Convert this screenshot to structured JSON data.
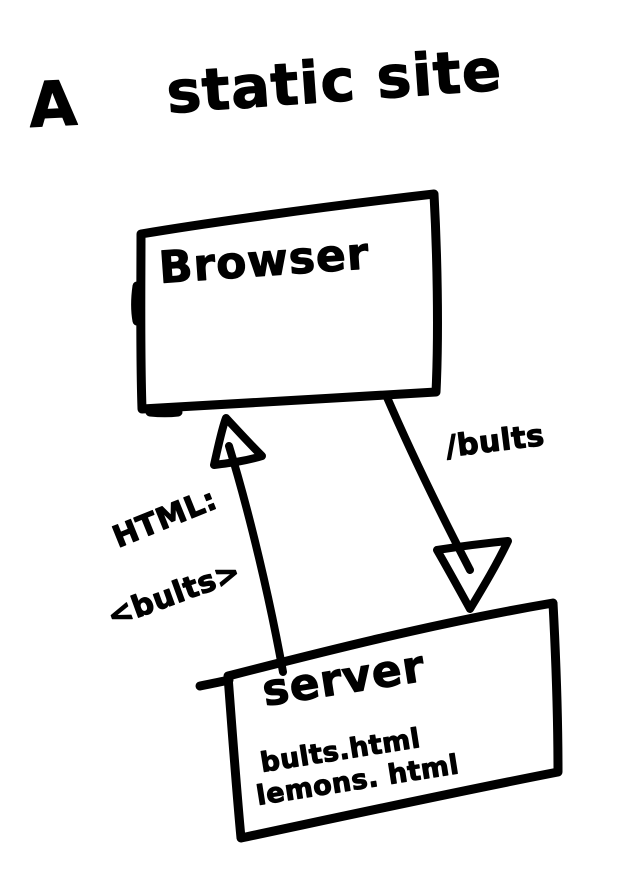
{
  "diagram": {
    "title_part_a": "A",
    "title_part_rest": "static site",
    "title_full": "A static site",
    "ink_color": "#000000",
    "background_color": "#ffffff",
    "nodes": [
      {
        "id": "browser",
        "label": "Browser"
      },
      {
        "id": "server",
        "label": "server",
        "files": [
          "bults.html",
          "lemons. html"
        ]
      }
    ],
    "edges": [
      {
        "id": "response",
        "from": "server",
        "to": "browser",
        "direction": "up",
        "label_line1": "HTML:",
        "label_line2": "<bults>"
      },
      {
        "id": "request",
        "from": "browser",
        "to": "server",
        "direction": "down",
        "label_line1": "/bults"
      }
    ]
  }
}
